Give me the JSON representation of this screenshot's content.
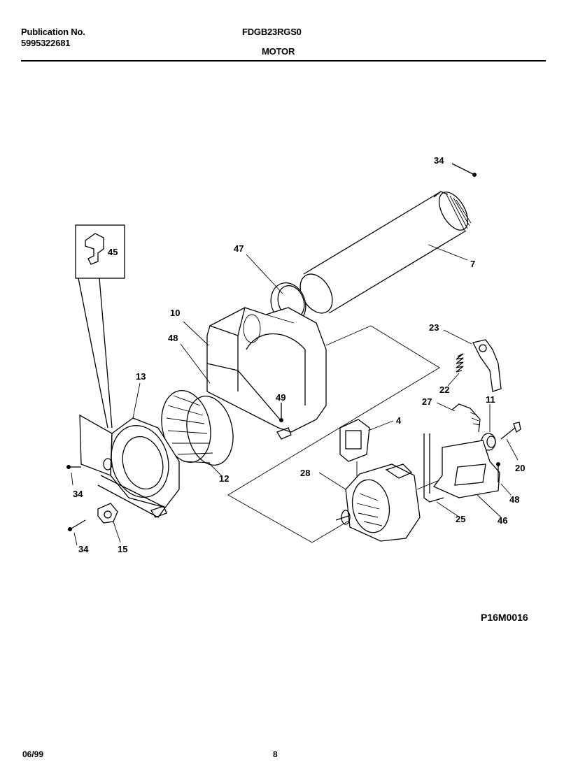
{
  "header": {
    "publication_label": "Publication No.",
    "publication_number": "5995322681",
    "model": "FDGB23RGS0",
    "section_title": "MOTOR"
  },
  "callouts": {
    "c34_top": "34",
    "c7": "7",
    "c47": "47",
    "c45": "45",
    "c10": "10",
    "c48_left": "48",
    "c13": "13",
    "c49": "49",
    "c23": "23",
    "c22": "22",
    "c27": "27",
    "c11": "11",
    "c4": "4",
    "c20": "20",
    "c12": "12",
    "c28": "28",
    "c34_left": "34",
    "c48_right": "48",
    "c25": "25",
    "c46": "46",
    "c34_bottom": "34",
    "c15": "15"
  },
  "drawing_code": "P16M0016",
  "footer": {
    "date": "06/99",
    "page": "8"
  }
}
